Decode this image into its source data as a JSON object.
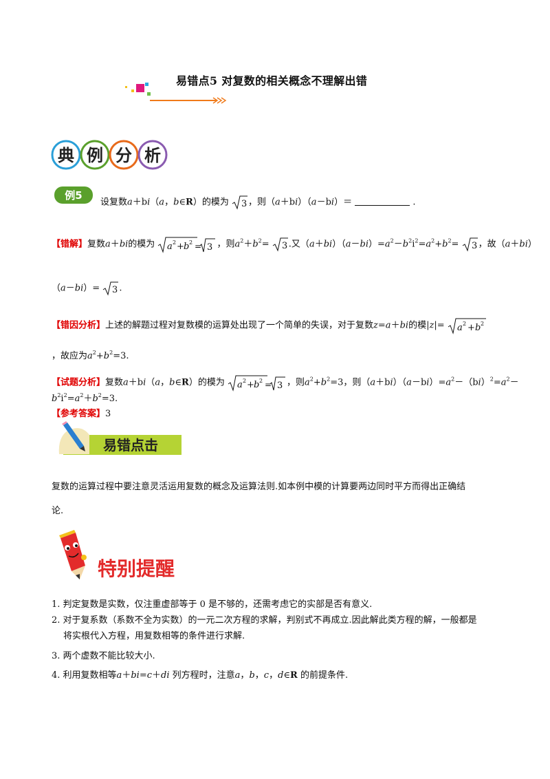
{
  "title": "易错点5 对复数的相关概念不理解出错",
  "section_badge_chars": [
    "典",
    "例",
    "分",
    "析"
  ],
  "example_badge": "例5",
  "problem": {
    "t1": "设复数",
    "t2": "（",
    "t3": "，",
    "t4": "∈",
    "t5": "R",
    "t6": "）的模为",
    "t7": "，则（",
    "t8": "）（",
    "t9": "）＝",
    "t10": "."
  },
  "wrong_solution": {
    "label": "【错解】",
    "p1": "复数",
    "p2": "的模为",
    "p3": "，则",
    "p4": ".又（",
    "p5": "）（",
    "p6": "）=",
    "p7": "，故（",
    "p8": "）",
    "line2_a": "（",
    "line2_b": "）=",
    "line2_c": "."
  },
  "error_analysis": {
    "label": "【错因分析】",
    "text": "上述的解题过程对复数模的运算处出现了一个简单的失误，对于复数",
    "text2": "的模|",
    "text3": "|=",
    "line2": "，故应为",
    "line2_end": "=3."
  },
  "analysis": {
    "label": "【试题分析】",
    "p1": "复数",
    "p2": "（",
    "p3": "，",
    "p4": "∈",
    "p5": "R",
    "p6": "）的模为",
    "p7": "，则",
    "p8": "=3，则（",
    "p9": "）（",
    "p10": "）=",
    "p11": "－（",
    "p12": "）",
    "p13": "=",
    "p14": "－",
    "line2": "=3."
  },
  "answer": {
    "label": "【参考答案】",
    "value": "3"
  },
  "tips_badge": "易错点击",
  "tips_text_1": "复数的运算过程中要注意灵活运用复数的概念及运算法则.如本例中模的计算要两边同时平方而得出正确结",
  "tips_text_2": "论.",
  "reminder_badge": "特别提醒",
  "reminders": [
    "1. 判定复数是实数，仅注重虚部等于 0 是不够的，还需考虑它的实部是否有意义.",
    "2. 对于复系数（系数不全为实数）的一元二次方程的求解，判别式不再成立.因此解此类方程的解，一般都是",
    "将实根代入方程，用复数相等的条件进行求解.",
    "3. 两个虚数不能比较大小.",
    "4. 利用复数相等",
    "列方程时，注意",
    "的前提条件."
  ],
  "colors": {
    "red": "#e00000",
    "green": "#5aa02c",
    "orange": "#e86a1a",
    "pink": "#e0197d",
    "yellow_green": "#b5d334"
  }
}
